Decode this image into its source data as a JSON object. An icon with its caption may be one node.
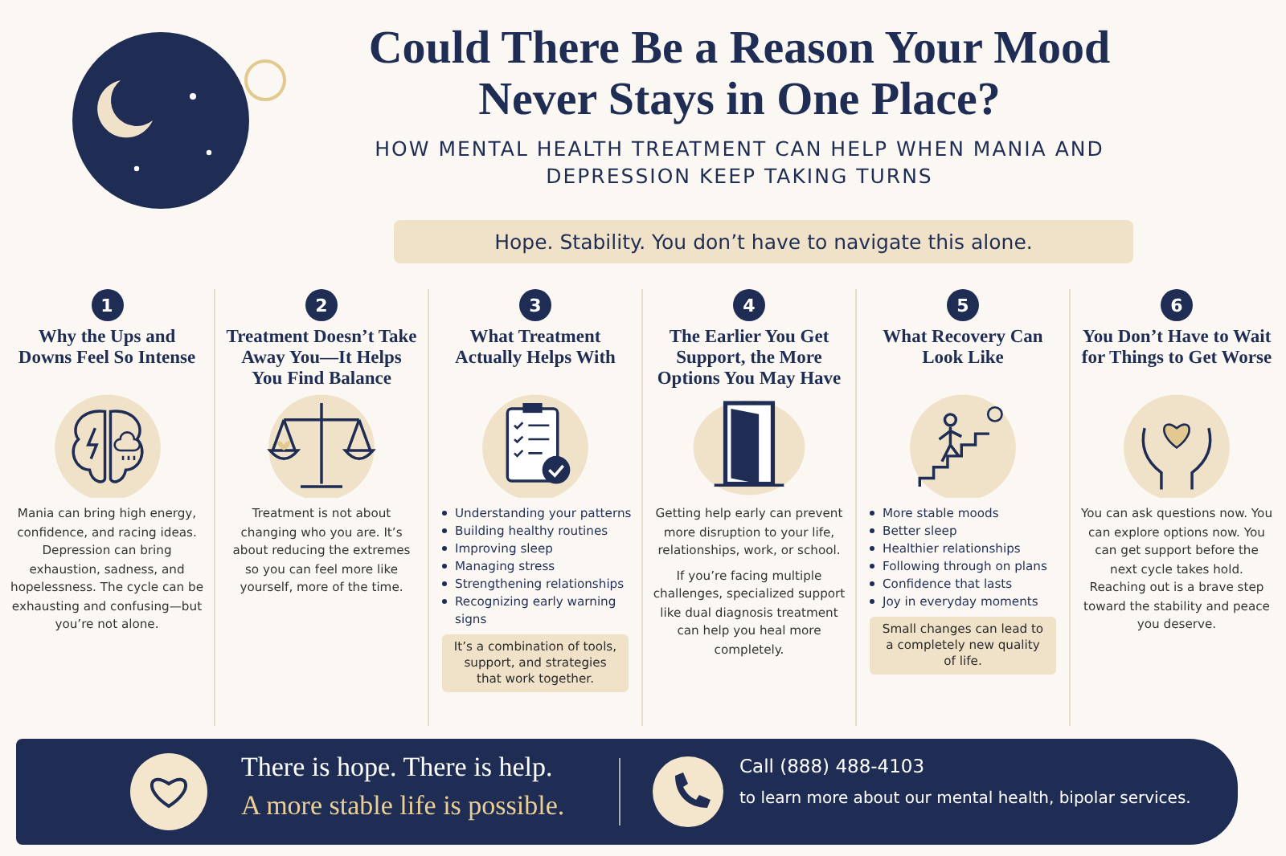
{
  "diagram": {
    "title": "Could There Be a Reason Your Mood Never Stays in One Place?",
    "nodes": [
      {
        "text": [
          "Hope. Stability. You don’t have to navigate this alone."
        ]
      },
      {
        "text": [
          "1",
          "Why the Ups and Downs Feel So Intense",
          "Mania can bring high energy, confidence, and racing ideas. Depression can bring exhaustion, sadness, and hopelessness. The cycle can be exhausting and confusing—but you’re not alone."
        ]
      },
      {
        "text": [
          "2",
          "Treatment Doesn’t Take Away You—It Helps You Find Balance",
          "Treatment is not about changing who you are. It’s about reducing the extremes so you can feel more like yourself, more of the time."
        ]
      },
      {
        "text": [
          "3",
          "What Treatment Actually Helps With",
          "Understanding your patterns",
          "Building healthy routines",
          "Improving sleep",
          "Managing stress",
          "Strengthening relationships",
          "Recognizing early warning signs"
        ]
      },
      {
        "text": [
          "4",
          "The Earlier You Get Support, the More Options You May Have",
          "Getting help early can prevent more disruption to your life, relationships, work, or school.",
          "If you’re facing multiple challenges, specialized support like dual diagnosis treatment can help you heal more completely."
        ]
      },
      {
        "text": [
          "5",
          "What Recovery Can Look Like",
          "More stable moods",
          "Better sleep",
          "Healthier relationships",
          "Following through on plans",
          "Confidence that lasts",
          "Joy in everyday moments"
        ]
      },
      {
        "text": [
          "6",
          "You Don’t Have to Wait for Things to Get Worse",
          "You can ask questions now. You can explore options now. You can get support before the next cycle takes hold. Reaching out is a brave step toward the stability and peace you deserve."
        ]
      },
      {
        "text": [
          "It’s a combination of tools, support, and strategies that work together."
        ],
        "in": 3
      },
      {
        "text": [
          "Small changes can lead to a completely new quality of life."
        ],
        "in": 5
      },
      {
        "text": [
          "There is hope. There is help.",
          "A more stable life is possible.",
          "Call (888) 488-4103",
          "to learn more about our mental health, bipolar services."
        ]
      }
    ],
    "labels": [
      "HOW MENTAL HEALTH TREATMENT CAN HELP WHEN MANIA AND DEPRESSION KEEP TAKING TURNS"
    ]
  }
}
